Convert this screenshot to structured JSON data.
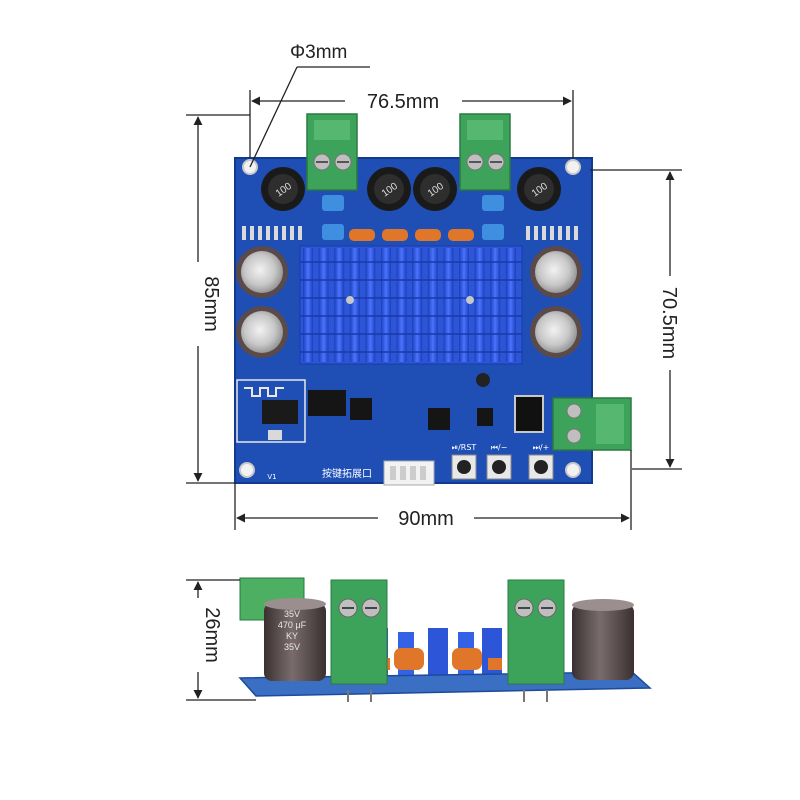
{
  "dimensions": {
    "hole_diameter": "Φ3mm",
    "hole_spacing_width": "76.5mm",
    "board_height": "85mm",
    "hole_spacing_height": "70.5mm",
    "board_width": "90mm",
    "board_thickness_total": "26mm"
  },
  "board_labels": {
    "button_play_reset": "⏯/RST",
    "button_prev_minus": "⏮/−",
    "button_next_plus": "⏭/+",
    "expansion_port_cn": "按键拓展口",
    "version": "V1"
  },
  "inductor_marking": "100",
  "capacitor_marking": {
    "voltage": "35V",
    "capacitance": "470 μF",
    "series": "KY",
    "voltage_2": "35V"
  },
  "colors": {
    "pcb": "#1f4fb4",
    "heatsink": "#2d55d8",
    "terminal": "#3ea35a",
    "dimension_line": "#222222",
    "orange_cap": "#e0762a"
  }
}
